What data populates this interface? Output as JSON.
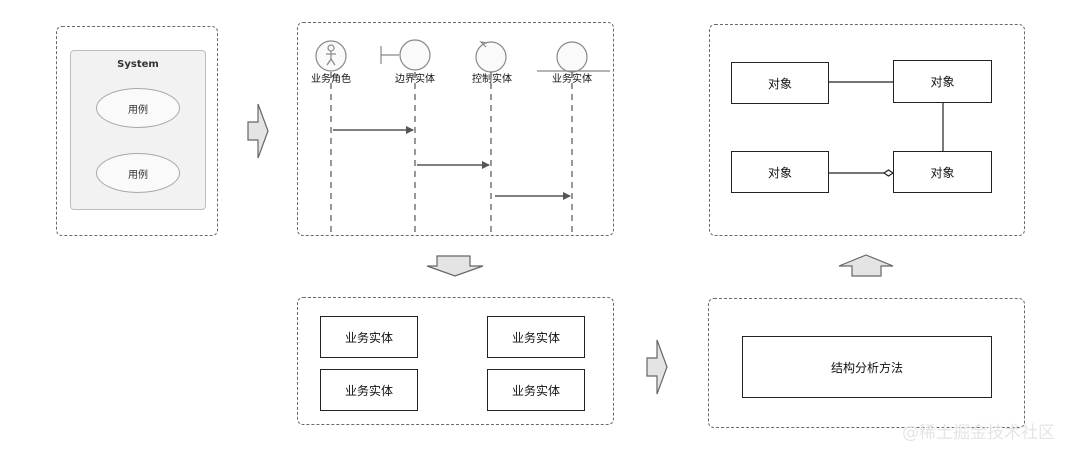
{
  "use_case_panel": {
    "system_title": "System",
    "use_cases": [
      "用例",
      "用例"
    ]
  },
  "sequence_panel": {
    "lifelines": [
      "业务角色",
      "边界实体",
      "控制实体",
      "业务实体"
    ]
  },
  "entity_panel": {
    "entities": [
      "业务实体",
      "业务实体",
      "业务实体",
      "业务实体"
    ]
  },
  "object_panel": {
    "objects": [
      "对象",
      "对象",
      "对象",
      "对象"
    ]
  },
  "method_panel": {
    "label": "结构分析方法"
  },
  "watermark": "@稀土掘金技术社区"
}
